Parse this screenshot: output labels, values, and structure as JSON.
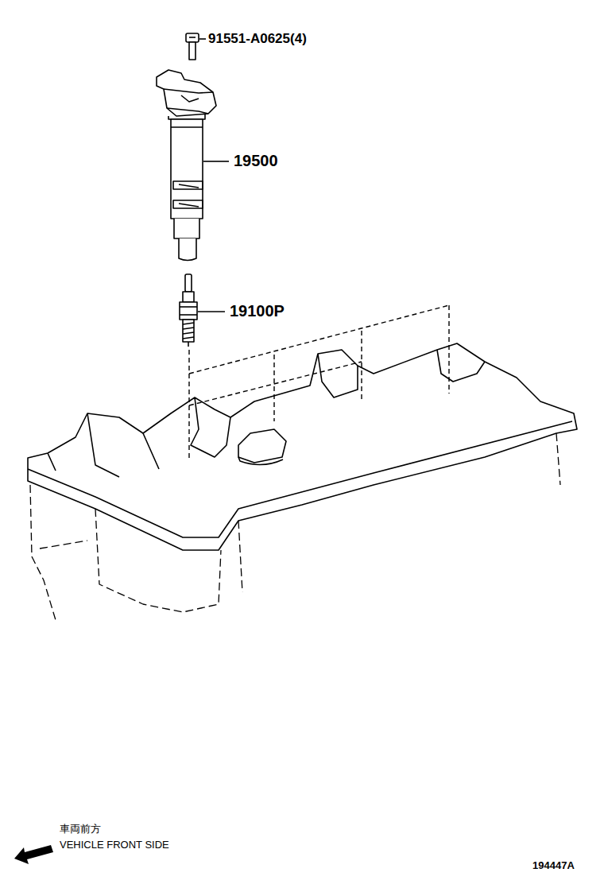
{
  "diagram": {
    "labels": [
      "91551-A0625(4)",
      "19500",
      "19100P",
      "車両前方",
      "VEHICLE FRONT SIDE",
      "194447A"
    ]
  }
}
